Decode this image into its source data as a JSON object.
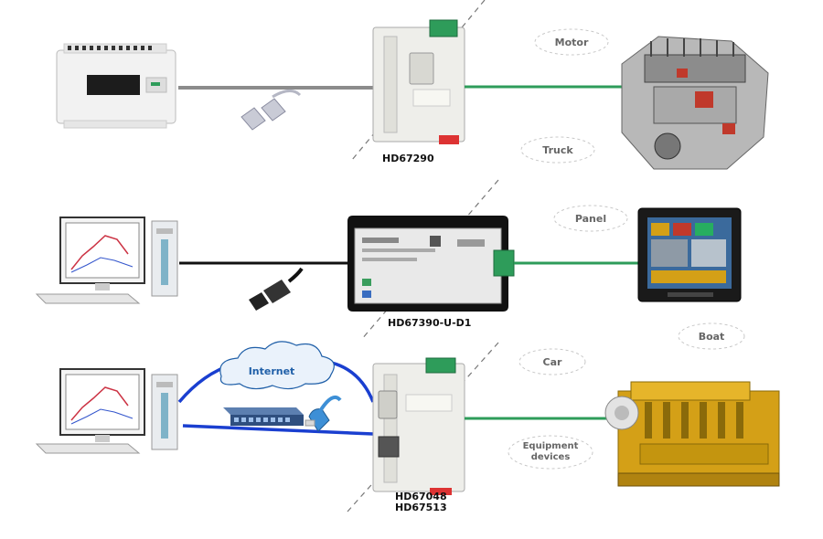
{
  "rows": [
    {
      "device_label": "HD67290",
      "target_labels": [
        "Motor",
        "Truck"
      ]
    },
    {
      "device_label": "HD67390-U-D1",
      "target_labels": [
        "Panel",
        "Boat"
      ]
    },
    {
      "device_labels": [
        "HD67048",
        "HD67513"
      ],
      "cloud_label": "Internet",
      "target_labels": [
        "Car",
        "Equipment",
        "devices"
      ]
    }
  ],
  "colors": {
    "serial_cable": "#8c8c8c",
    "usb_cable": "#111111",
    "network_cable": "#1a3fd0",
    "field_cable": "#2e9c5a",
    "cloud_outline": "#1f5fa8"
  }
}
